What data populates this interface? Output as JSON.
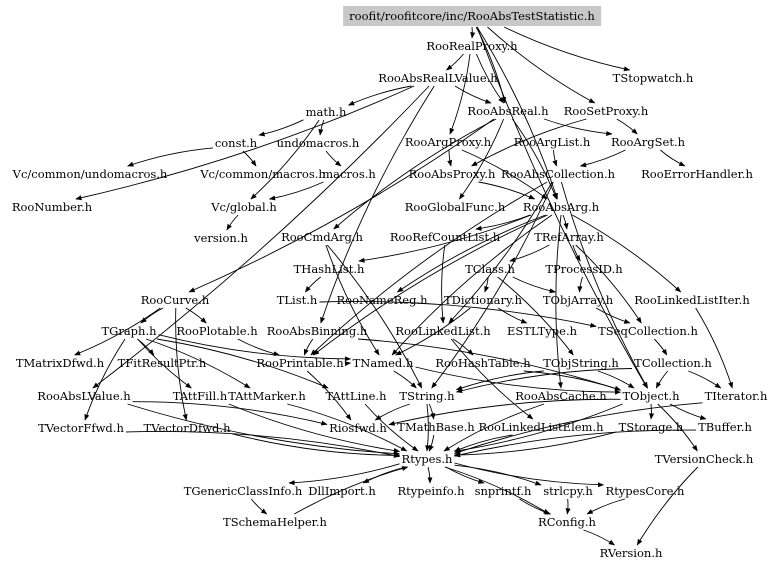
{
  "root": "roofit/roofitcore/inc/RooAbsTestStatistic.h",
  "colors": {
    "background": "#ffffff",
    "root_fill": "#c8c8c8",
    "edge": "#000000",
    "text": "#000000"
  },
  "nodes": [
    "roofit/roofitcore/inc/RooAbsTestStatistic.h",
    "RooRealProxy.h",
    "RooAbsRealLValue.h",
    "TStopwatch.h",
    "math.h",
    "RooAbsReal.h",
    "RooSetProxy.h",
    "const.h",
    "undomacros.h",
    "RooArgProxy.h",
    "RooArgList.h",
    "RooArgSet.h",
    "Vc/common/undomacros.h",
    "Vc/common/macros.h",
    "macros.h",
    "RooAbsProxy.h",
    "RooAbsCollection.h",
    "RooErrorHandler.h",
    "RooNumber.h",
    "Vc/global.h",
    "RooGlobalFunc.h",
    "RooAbsArg.h",
    "version.h",
    "RooCmdArg.h",
    "RooRefCountList.h",
    "TRefArray.h",
    "THashList.h",
    "TClass.h",
    "TProcessID.h",
    "RooCurve.h",
    "TList.h",
    "RooNameReg.h",
    "TDictionary.h",
    "TObjArray.h",
    "RooLinkedListIter.h",
    "TGraph.h",
    "RooPlotable.h",
    "RooAbsBinning.h",
    "RooLinkedList.h",
    "ESTLType.h",
    "TSeqCollection.h",
    "TMatrixDfwd.h",
    "TFitResultPtr.h",
    "RooPrintable.h",
    "TNamed.h",
    "RooHashTable.h",
    "TObjString.h",
    "TCollection.h",
    "RooAbsLValue.h",
    "TAttFill.h",
    "TAttMarker.h",
    "TAttLine.h",
    "TString.h",
    "RooAbsCache.h",
    "TObject.h",
    "TIterator.h",
    "Riosfwd.h",
    "TVectorFfwd.h",
    "TVectorDfwd.h",
    "TMathBase.h",
    "RooLinkedListElem.h",
    "TStorage.h",
    "TBuffer.h",
    "Rtypes.h",
    "TVersionCheck.h",
    "TGenericClassInfo.h",
    "DllImport.h",
    "Rtypeinfo.h",
    "snprintf.h",
    "strlcpy.h",
    "RtypesCore.h",
    "TSchemaHelper.h",
    "RConfig.h",
    "RVersion.h"
  ],
  "edges": [
    [
      "roofit/roofitcore/inc/RooAbsTestStatistic.h",
      "RooRealProxy.h"
    ],
    [
      "roofit/roofitcore/inc/RooAbsTestStatistic.h",
      "TStopwatch.h"
    ],
    [
      "roofit/roofitcore/inc/RooAbsTestStatistic.h",
      "RooAbsReal.h"
    ],
    [
      "roofit/roofitcore/inc/RooAbsTestStatistic.h",
      "RooSetProxy.h"
    ],
    [
      "roofit/roofitcore/inc/RooAbsTestStatistic.h",
      "RooAbsArg.h"
    ],
    [
      "roofit/roofitcore/inc/RooAbsTestStatistic.h",
      "TObject.h"
    ],
    [
      "RooRealProxy.h",
      "RooAbsRealLValue.h"
    ],
    [
      "RooRealProxy.h",
      "RooAbsReal.h"
    ],
    [
      "RooRealProxy.h",
      "RooArgProxy.h"
    ],
    [
      "RooAbsRealLValue.h",
      "math.h"
    ],
    [
      "RooAbsRealLValue.h",
      "RooNumber.h"
    ],
    [
      "RooAbsRealLValue.h",
      "RooAbsReal.h"
    ],
    [
      "RooAbsRealLValue.h",
      "RooAbsLValue.h"
    ],
    [
      "RooAbsRealLValue.h",
      "RooAbsBinning.h"
    ],
    [
      "math.h",
      "const.h"
    ],
    [
      "math.h",
      "undomacros.h"
    ],
    [
      "math.h",
      "Vc/global.h"
    ],
    [
      "const.h",
      "Vc/common/undomacros.h"
    ],
    [
      "const.h",
      "Vc/common/macros.h"
    ],
    [
      "undomacros.h",
      "macros.h"
    ],
    [
      "macros.h",
      "Vc/global.h"
    ],
    [
      "Vc/global.h",
      "version.h"
    ],
    [
      "RooAbsReal.h",
      "RooAbsArg.h"
    ],
    [
      "RooAbsReal.h",
      "RooCmdArg.h"
    ],
    [
      "RooAbsReal.h",
      "RooCurve.h"
    ],
    [
      "RooAbsReal.h",
      "RooArgSet.h"
    ],
    [
      "RooAbsReal.h",
      "RooGlobalFunc.h"
    ],
    [
      "RooSetProxy.h",
      "RooAbsProxy.h"
    ],
    [
      "RooSetProxy.h",
      "RooArgSet.h"
    ],
    [
      "RooArgProxy.h",
      "RooAbsProxy.h"
    ],
    [
      "RooArgProxy.h",
      "RooAbsArg.h"
    ],
    [
      "RooArgList.h",
      "RooAbsCollection.h"
    ],
    [
      "RooArgSet.h",
      "RooAbsCollection.h"
    ],
    [
      "RooArgSet.h",
      "RooErrorHandler.h"
    ],
    [
      "RooAbsProxy.h",
      "RooAbsArg.h"
    ],
    [
      "RooAbsCollection.h",
      "TObject.h"
    ],
    [
      "RooAbsCollection.h",
      "TString.h"
    ],
    [
      "RooAbsCollection.h",
      "RooPrintable.h"
    ],
    [
      "RooAbsCollection.h",
      "RooLinkedList.h"
    ],
    [
      "RooAbsArg.h",
      "TNamed.h"
    ],
    [
      "RooAbsArg.h",
      "THashList.h"
    ],
    [
      "RooAbsArg.h",
      "RooPrintable.h"
    ],
    [
      "RooAbsArg.h",
      "RooRefCountList.h"
    ],
    [
      "RooAbsArg.h",
      "RooAbsCache.h"
    ],
    [
      "RooAbsArg.h",
      "TRefArray.h"
    ],
    [
      "RooAbsArg.h",
      "RooNameReg.h"
    ],
    [
      "RooAbsArg.h",
      "RooLinkedListIter.h"
    ],
    [
      "RooCmdArg.h",
      "TNamed.h"
    ],
    [
      "RooCmdArg.h",
      "TString.h"
    ],
    [
      "RooRefCountList.h",
      "RooLinkedList.h"
    ],
    [
      "TRefArray.h",
      "TSeqCollection.h"
    ],
    [
      "TRefArray.h",
      "TProcessID.h"
    ],
    [
      "TRefArray.h",
      "TClass.h"
    ],
    [
      "TProcessID.h",
      "TObjArray.h"
    ],
    [
      "TClass.h",
      "TDictionary.h"
    ],
    [
      "TClass.h",
      "TObjArray.h"
    ],
    [
      "TClass.h",
      "TObjString.h"
    ],
    [
      "THashList.h",
      "TList.h"
    ],
    [
      "TList.h",
      "TSeqCollection.h"
    ],
    [
      "TDictionary.h",
      "ESTLType.h"
    ],
    [
      "TDictionary.h",
      "TNamed.h"
    ],
    [
      "TObjArray.h",
      "TSeqCollection.h"
    ],
    [
      "TSeqCollection.h",
      "TCollection.h"
    ],
    [
      "TCollection.h",
      "TObject.h"
    ],
    [
      "TCollection.h",
      "TIterator.h"
    ],
    [
      "TCollection.h",
      "TString.h"
    ],
    [
      "RooLinkedList.h",
      "RooHashTable.h"
    ],
    [
      "RooLinkedList.h",
      "RooLinkedListElem.h"
    ],
    [
      "RooLinkedListIter.h",
      "TIterator.h"
    ],
    [
      "RooCurve.h",
      "TGraph.h"
    ],
    [
      "RooCurve.h",
      "TMatrixDfwd.h"
    ],
    [
      "RooCurve.h",
      "TVectorDfwd.h"
    ],
    [
      "RooCurve.h",
      "RooPlotable.h"
    ],
    [
      "TGraph.h",
      "TNamed.h"
    ],
    [
      "TGraph.h",
      "TAttLine.h"
    ],
    [
      "TGraph.h",
      "TAttFill.h"
    ],
    [
      "TGraph.h",
      "TAttMarker.h"
    ],
    [
      "TGraph.h",
      "TVectorFfwd.h"
    ],
    [
      "TGraph.h",
      "TFitResultPtr.h"
    ],
    [
      "RooPlotable.h",
      "RooPrintable.h"
    ],
    [
      "RooAbsBinning.h",
      "TObject.h"
    ],
    [
      "RooAbsBinning.h",
      "RooPrintable.h"
    ],
    [
      "RooPrintable.h",
      "Riosfwd.h"
    ],
    [
      "RooPrintable.h",
      "TNamed.h"
    ],
    [
      "TNamed.h",
      "TString.h"
    ],
    [
      "TNamed.h",
      "TObject.h"
    ],
    [
      "RooHashTable.h",
      "TObject.h"
    ],
    [
      "TObjString.h",
      "TString.h"
    ],
    [
      "TObjString.h",
      "TObject.h"
    ],
    [
      "RooAbsLValue.h",
      "Rtypes.h"
    ],
    [
      "RooAbsLValue.h",
      "Riosfwd.h"
    ],
    [
      "TAttFill.h",
      "Rtypes.h"
    ],
    [
      "TAttMarker.h",
      "Rtypes.h"
    ],
    [
      "TAttLine.h",
      "Rtypes.h"
    ],
    [
      "TString.h",
      "TMathBase.h"
    ],
    [
      "TString.h",
      "Riosfwd.h"
    ],
    [
      "TString.h",
      "Rtypes.h"
    ],
    [
      "RooAbsCache.h",
      "Rtypes.h"
    ],
    [
      "TObject.h",
      "TStorage.h"
    ],
    [
      "TObject.h",
      "TBuffer.h"
    ],
    [
      "TObject.h",
      "TVersionCheck.h"
    ],
    [
      "TObject.h",
      "Riosfwd.h"
    ],
    [
      "TObject.h",
      "Rtypes.h"
    ],
    [
      "TIterator.h",
      "Rtypes.h"
    ],
    [
      "TVectorFfwd.h",
      "Rtypes.h"
    ],
    [
      "TVectorDfwd.h",
      "Rtypes.h"
    ],
    [
      "TMathBase.h",
      "Rtypes.h"
    ],
    [
      "RooLinkedListElem.h",
      "Rtypes.h"
    ],
    [
      "TStorage.h",
      "Rtypes.h"
    ],
    [
      "TBuffer.h",
      "Rtypes.h"
    ],
    [
      "Rtypes.h",
      "TGenericClassInfo.h"
    ],
    [
      "Rtypes.h",
      "DllImport.h"
    ],
    [
      "Rtypes.h",
      "Rtypeinfo.h"
    ],
    [
      "Rtypes.h",
      "snprintf.h"
    ],
    [
      "Rtypes.h",
      "strlcpy.h"
    ],
    [
      "Rtypes.h",
      "RtypesCore.h"
    ],
    [
      "Rtypes.h",
      "RConfig.h"
    ],
    [
      "TGenericClassInfo.h",
      "TSchemaHelper.h"
    ],
    [
      "TSchemaHelper.h",
      "Rtypes.h"
    ],
    [
      "snprintf.h",
      "RConfig.h"
    ],
    [
      "strlcpy.h",
      "RConfig.h"
    ],
    [
      "RtypesCore.h",
      "RConfig.h"
    ],
    [
      "RConfig.h",
      "RVersion.h"
    ],
    [
      "TVersionCheck.h",
      "RVersion.h"
    ]
  ]
}
